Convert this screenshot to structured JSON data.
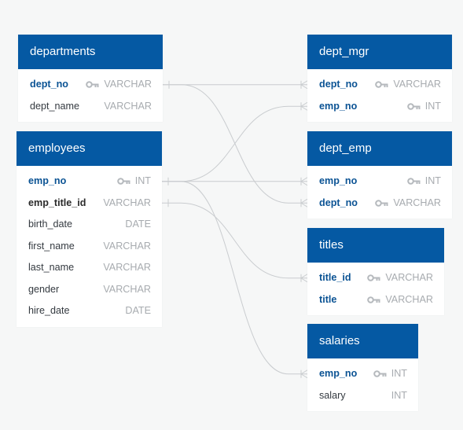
{
  "tables": [
    {
      "id": "departments",
      "title": "departments",
      "rows": [
        {
          "name": "dept_no",
          "type": "VARCHAR",
          "key": true,
          "style": "pk"
        },
        {
          "name": "dept_name",
          "type": "VARCHAR",
          "key": false,
          "style": "plain"
        }
      ]
    },
    {
      "id": "employees",
      "title": "employees",
      "rows": [
        {
          "name": "emp_no",
          "type": "INT",
          "key": true,
          "style": "pk"
        },
        {
          "name": "emp_title_id",
          "type": "VARCHAR",
          "key": false,
          "style": "fk-dark"
        },
        {
          "name": "birth_date",
          "type": "DATE",
          "key": false,
          "style": "plain"
        },
        {
          "name": "first_name",
          "type": "VARCHAR",
          "key": false,
          "style": "plain"
        },
        {
          "name": "last_name",
          "type": "VARCHAR",
          "key": false,
          "style": "plain"
        },
        {
          "name": "gender",
          "type": "VARCHAR",
          "key": false,
          "style": "plain"
        },
        {
          "name": "hire_date",
          "type": "DATE",
          "key": false,
          "style": "plain"
        }
      ]
    },
    {
      "id": "dept_mgr",
      "title": "dept_mgr",
      "rows": [
        {
          "name": "dept_no",
          "type": "VARCHAR",
          "key": true,
          "style": "pk"
        },
        {
          "name": "emp_no",
          "type": "INT",
          "key": true,
          "style": "pk"
        }
      ]
    },
    {
      "id": "dept_emp",
      "title": "dept_emp",
      "rows": [
        {
          "name": "emp_no",
          "type": "INT",
          "key": true,
          "style": "pk"
        },
        {
          "name": "dept_no",
          "type": "VARCHAR",
          "key": true,
          "style": "pk"
        }
      ]
    },
    {
      "id": "titles",
      "title": "titles",
      "rows": [
        {
          "name": "title_id",
          "type": "VARCHAR",
          "key": true,
          "style": "pk"
        },
        {
          "name": "title",
          "type": "VARCHAR",
          "key": true,
          "style": "pk"
        }
      ]
    },
    {
      "id": "salaries",
      "title": "salaries",
      "rows": [
        {
          "name": "emp_no",
          "type": "INT",
          "key": true,
          "style": "pk"
        },
        {
          "name": "salary",
          "type": "INT",
          "key": false,
          "style": "plain"
        }
      ]
    }
  ],
  "relationships": [
    {
      "from_table": "departments",
      "from_row": 0,
      "to_table": "dept_mgr",
      "to_row": 0
    },
    {
      "from_table": "departments",
      "from_row": 0,
      "to_table": "dept_emp",
      "to_row": 1
    },
    {
      "from_table": "employees",
      "from_row": 0,
      "to_table": "dept_mgr",
      "to_row": 1
    },
    {
      "from_table": "employees",
      "from_row": 0,
      "to_table": "dept_emp",
      "to_row": 0
    },
    {
      "from_table": "employees",
      "from_row": 0,
      "to_table": "salaries",
      "to_row": 0
    },
    {
      "from_table": "employees",
      "from_row": 1,
      "to_table": "titles",
      "to_row": 0
    }
  ],
  "colors": {
    "header": "#0559a3",
    "background": "#f6f7f7",
    "link": "#c9cccf",
    "key_icon": "#b5b9bd"
  }
}
